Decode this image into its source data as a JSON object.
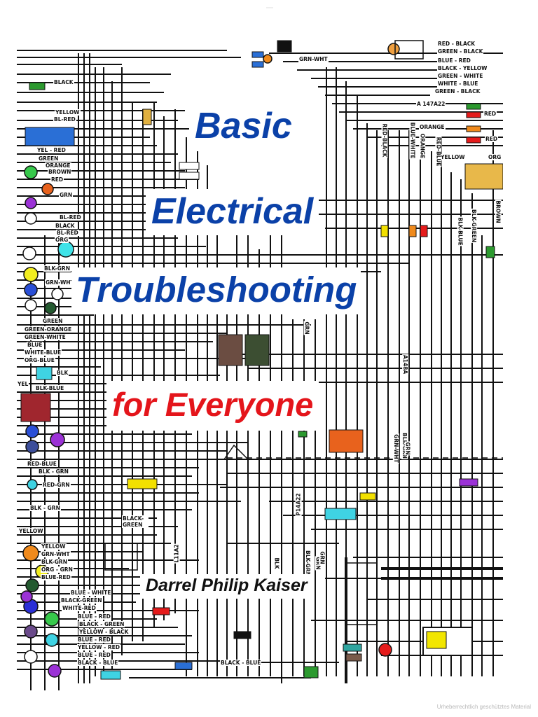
{
  "cover": {
    "title_line1": "Basic",
    "title_line2": "Electrical",
    "title_line3": "Troubleshooting",
    "title_line4": "for Everyone",
    "author": "Darrel Philip Kaiser"
  },
  "wire_labels": {
    "black": "BLACK",
    "yellow": "YELLOW",
    "bl_red": "BL-RED",
    "yel_red": "YEL - RED",
    "green": "GREEN",
    "orange": "ORANGE",
    "brown": "BROWN",
    "red": "RED",
    "grn": "GRN",
    "bl_red2": "BL-RED",
    "black2": "BLACK",
    "bl_red3": "BL-RED",
    "org": "ORG",
    "blk_grn": "BLK-GRN",
    "grn_wht": "GRN-WHT",
    "green2": "GREEN",
    "green_orange": "GREEN-ORANGE",
    "green_white": "GREEN-WHITE",
    "blue": "BLUE",
    "white_blue": "WHITE-BLUE",
    "org_blue": "ORG-BLUE",
    "blk": "BLK",
    "blk_blue": "BLK-BLUE",
    "yel": "YEL",
    "red_blue": "RED-BLUE",
    "blk_grn2": "BLK - GRN",
    "red_grn": "RED-GRN",
    "blk_grn3": "BLK - GRN",
    "yellow2": "YELLOW",
    "yellow3": "YELLOW",
    "grn_wht2": "GRN-WHT",
    "blk_grn4": "BLK-GRN",
    "org_grn": "ORG - GRN",
    "blue_red": "BLUE-RED",
    "blue_white": "BLUE - WHITE",
    "black_green": "BLACK-GREEN",
    "white_red": "WHITE-RED",
    "blue_red2": "BLUE - RED",
    "black_green2": "BLACK - GREEN",
    "yellow_black": "YELLOW - BLACK",
    "blue_red3": "BLUE - RED",
    "yellow_red": "YELLOW - RED",
    "blue_red4": "BLUE - RED",
    "black_blue": "BLACK - BLUE",
    "black_blue2": "BLACK - BLUE",
    "black_green3": "BLACK-GREEN",
    "grn_wht3": "GRN-WHT",
    "red_black": "RED - BLACK",
    "green_black": "GREEN - BLACK",
    "blue_red5": "BLUE - RED",
    "black_yellow": "BLACK - YELLOW",
    "green_white2": "GREEN - WHITE",
    "white_blue2": "WHITE - BLUE",
    "green_black2": "GREEN - BLACK",
    "a147a22": "A 147A22",
    "orange2": "ORANGE",
    "yellow4": "YELLOW",
    "red2": "RED",
    "red3": "RED",
    "p14a22": "P14A22",
    "l11a2": "L11A2",
    "a148a": "A148A",
    "red_black2": "RED-BLACK",
    "blue_white2": "BLUE-WHITE",
    "orange3": "ORANGE",
    "red_blue2": "RED-BLUE",
    "blk_blue2": "BLK-BLUE",
    "blk_green": "BLK-GREEN",
    "brown2": "BROWN",
    "grn2": "GRN",
    "blk_grn5": "BLK-GRN",
    "grn_wht4": "GRN-WHT",
    "grn3": "GRN",
    "blk3": "BLK",
    "grn4": "GRN",
    "blk_grn6": "BLK-GRN",
    "grn5": "GRN",
    "org2": "ORG"
  },
  "watermark": "Urheberrechtlich geschütztes Material",
  "colors": {
    "title_blue": "#0b41a8",
    "title_red": "#e4151b",
    "wire": "#111111"
  }
}
